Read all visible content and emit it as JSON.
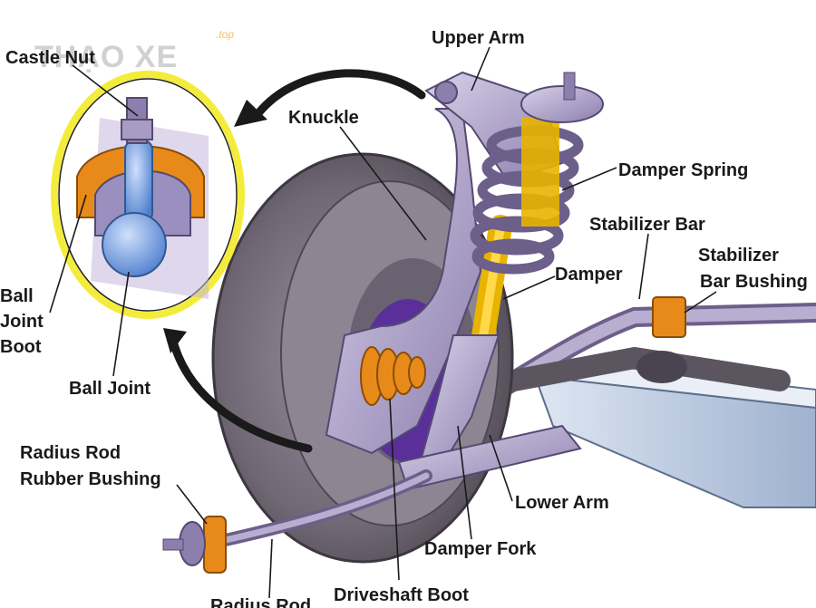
{
  "watermark": {
    "text": "THẠO XE",
    "suffix": ".top"
  },
  "labels": {
    "castle_nut": "Castle Nut",
    "upper_arm": "Upper Arm",
    "knuckle": "Knuckle",
    "damper_spring": "Damper Spring",
    "stabilizer_bar": "Stabilizer Bar",
    "stabilizer_bar_bushing_1": "Stabilizer",
    "stabilizer_bar_bushing_2": "Bar Bushing",
    "damper": "Damper",
    "ball_joint_boot_1": "Ball",
    "ball_joint_boot_2": "Joint",
    "ball_joint_boot_3": "Boot",
    "ball_joint": "Ball Joint",
    "radius_rod_rubber_bushing_1": "Radius Rod",
    "radius_rod_rubber_bushing_2": "Rubber Bushing",
    "lower_arm": "Lower Arm",
    "damper_fork": "Damper Fork",
    "driveshaft_boot": "Driveshaft Boot",
    "radius_rod": "Radius Rod"
  },
  "colors": {
    "metal": "#a89bc4",
    "metal_dark": "#6c5f8a",
    "tire": "#7d7680",
    "tire_dark": "#4e4852",
    "spring": "#e8b400",
    "boot": "#e88a1a",
    "inset_ring": "#f4ec3a",
    "hub": "#5a2f9a",
    "ball": "#7aa6e6",
    "frame": "#b4c6e0"
  }
}
